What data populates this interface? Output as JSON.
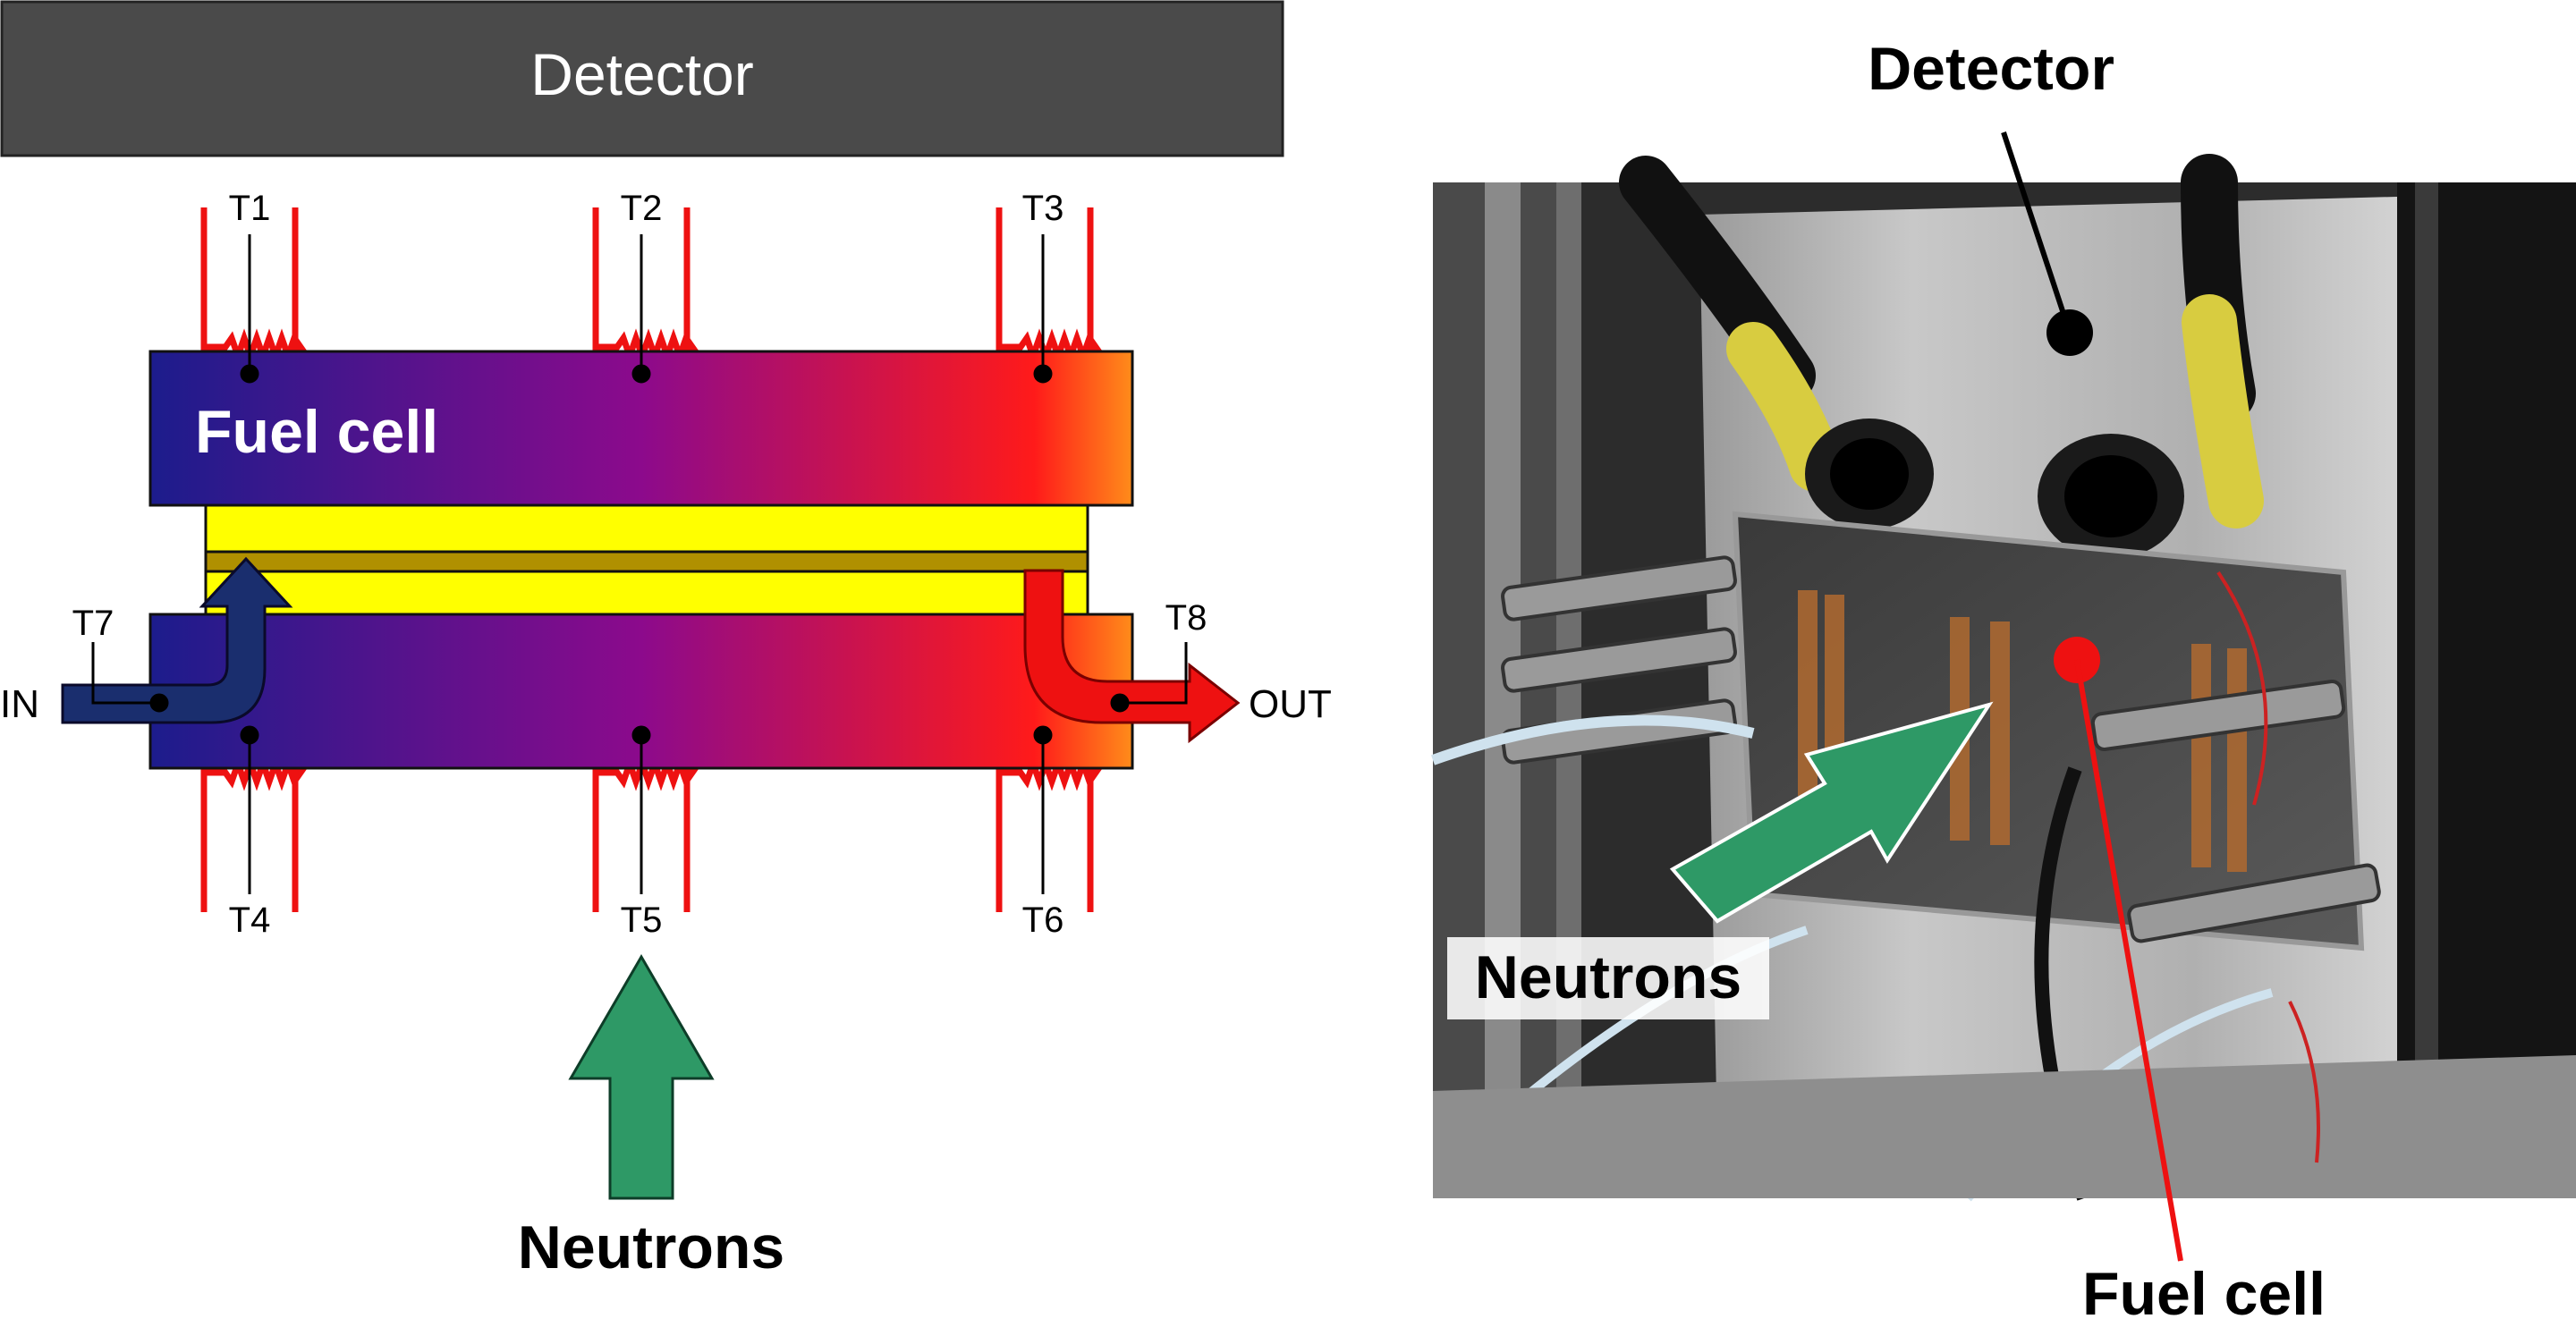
{
  "left_diagram": {
    "detector_label": "Detector",
    "fuel_cell_label": "Fuel cell",
    "neutrons_label": "Neutrons",
    "inlet_label": "IN",
    "outlet_label": "OUT",
    "sensors": {
      "t1": "T1",
      "t2": "T2",
      "t3": "T3",
      "t4": "T4",
      "t5": "T5",
      "t6": "T6",
      "t7": "T7",
      "t8": "T8"
    }
  },
  "photo_panel": {
    "detector_label": "Detector",
    "neutrons_label": "Neutrons",
    "fuel_cell_label": "Fuel cell"
  },
  "colors": {
    "detector_bar": "#4a4a4a",
    "gradient_cold": "#1c1c8c",
    "gradient_mid": "#8c0a8c",
    "gradient_hot": "#ff1a1a",
    "gradient_end": "#ff8c1a",
    "channel": "#ffff00",
    "heater": "#ee1111",
    "neutron_arrow": "#2e9966",
    "inlet_arrow": "#1a2e6e",
    "outlet_arrow": "#ee1111",
    "marker_black": "#000000",
    "marker_red": "#ee1111"
  }
}
